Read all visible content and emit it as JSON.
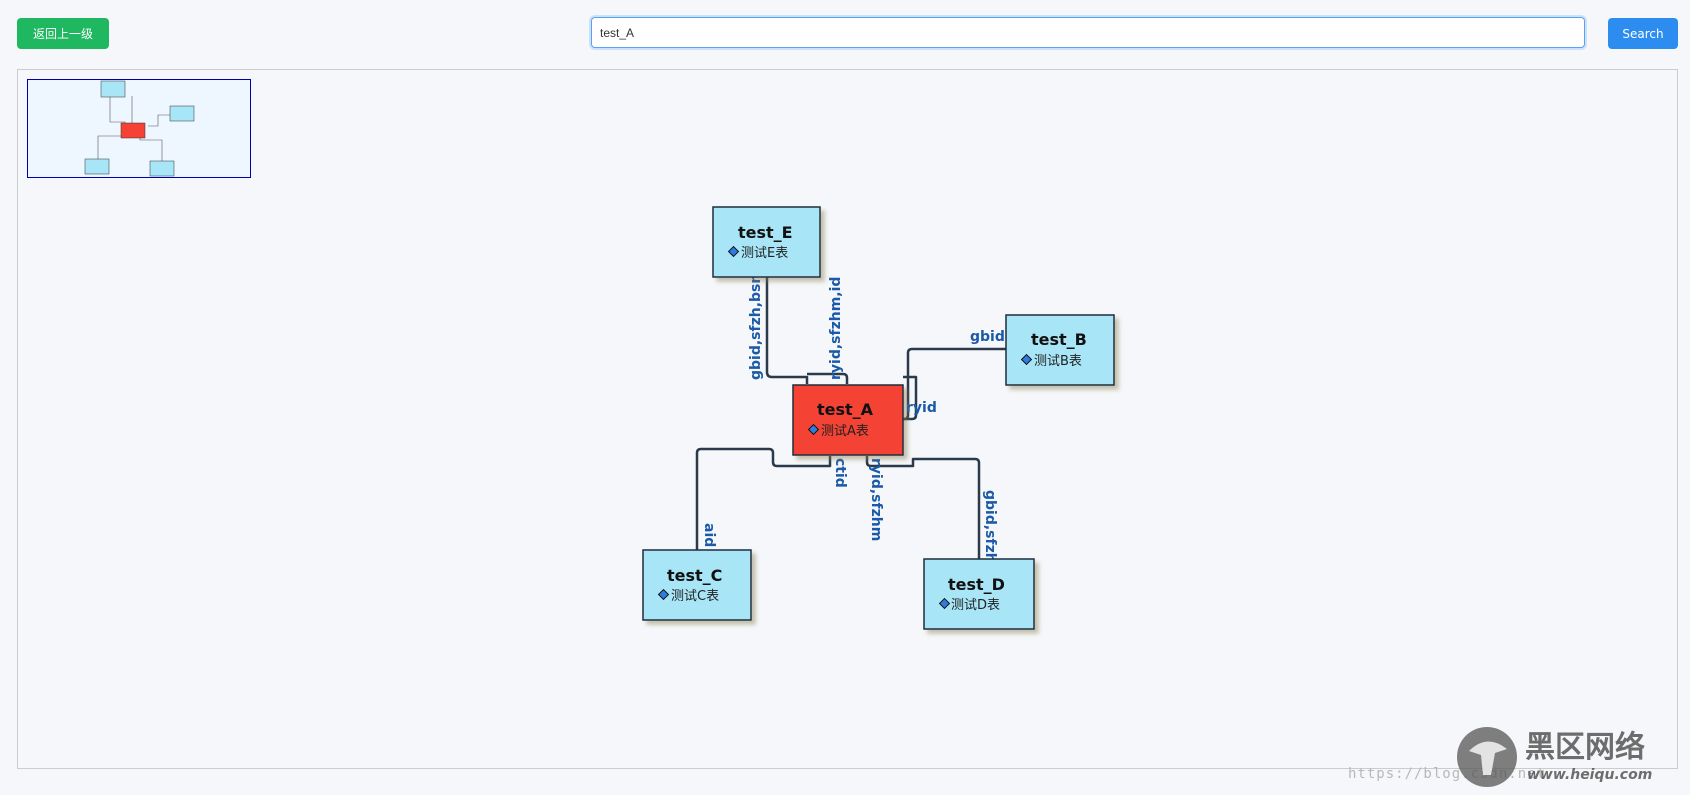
{
  "toolbar": {
    "back_label": "返回上一级",
    "search_value": "test_A",
    "search_label": "Search"
  },
  "graph": {
    "center": {
      "name": "test_A",
      "desc": "测试A表",
      "color": "#f44336"
    },
    "nodes": [
      {
        "name": "test_E",
        "desc": "测试E表"
      },
      {
        "name": "test_B",
        "desc": "测试B表"
      },
      {
        "name": "test_C",
        "desc": "测试C表"
      },
      {
        "name": "test_D",
        "desc": "测试D表"
      }
    ],
    "node_color": "#a8e6f7",
    "edge_color": "#1a5aa8",
    "edges": [
      {
        "label": "gbid,sfzh,bsm"
      },
      {
        "label": "ryid,sfzhm,id"
      },
      {
        "label": "gbid"
      },
      {
        "label": "ryid"
      },
      {
        "label": "ctid"
      },
      {
        "label": "aid"
      },
      {
        "label": "ryid,sfzhm"
      },
      {
        "label": "gbid,sfzh"
      }
    ]
  },
  "watermark": {
    "brand": "黑区网络",
    "domain": "www.heiqu.com",
    "url": "https://blog.csdn.net"
  }
}
